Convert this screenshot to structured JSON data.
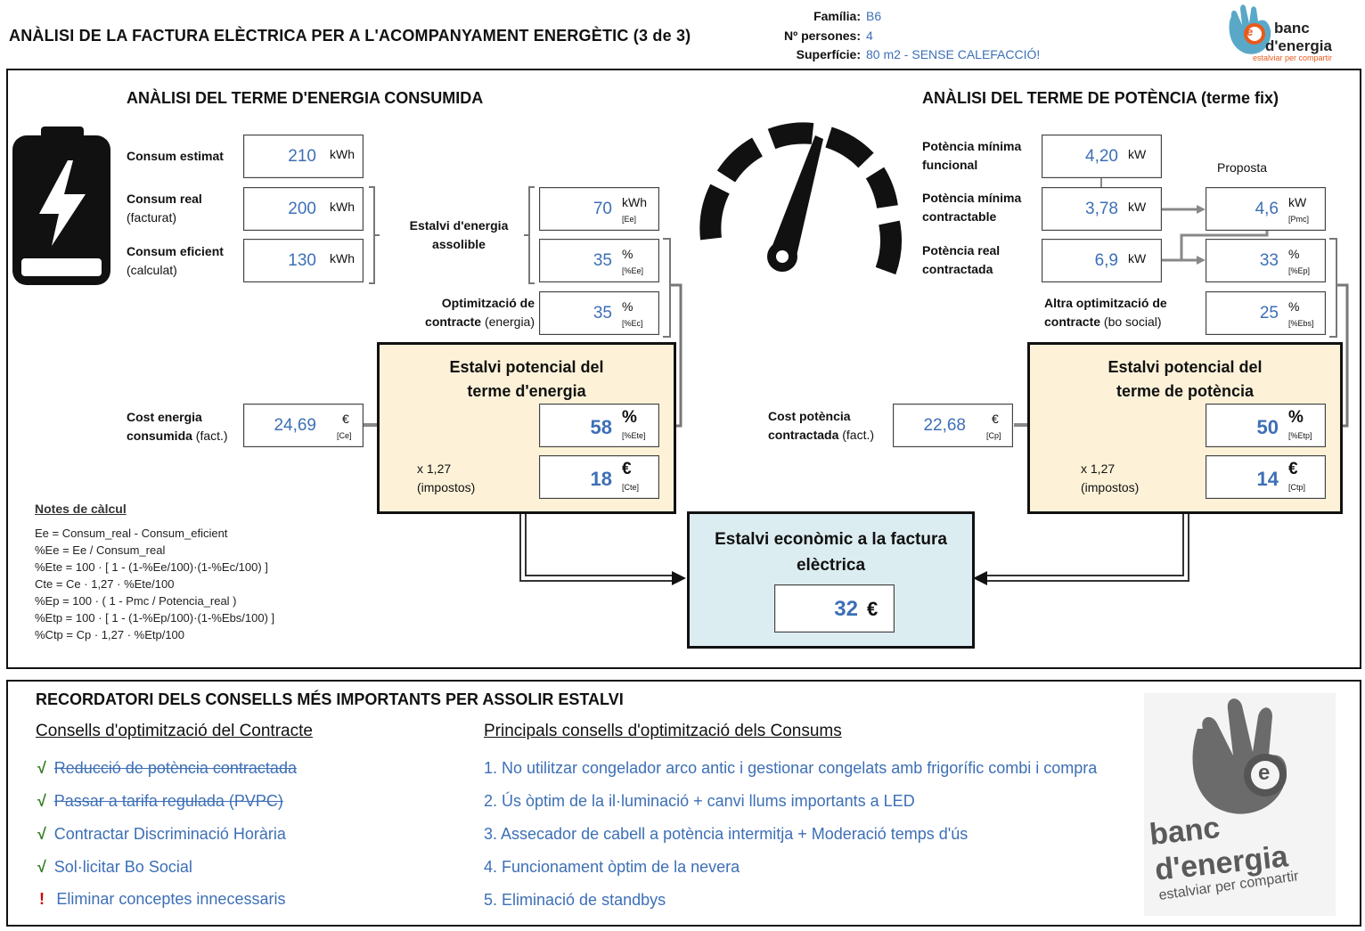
{
  "header": {
    "title": "ANÀLISI DE LA FACTURA ELÈCTRICA PER A L'ACOMPANYAMENT ENERGÈTIC  (3 de 3)",
    "familia_label": "Família:",
    "familia_value": "B6",
    "persones_label": "Nº persones:",
    "persones_value": "4",
    "superficie_label": "Superfície:",
    "superficie_value": "80 m2 - SENSE CALEFACCIÓ!",
    "logo_line1": "banc",
    "logo_line2": "d'energia",
    "logo_tagline": "estalviar per compartir",
    "logo_e": "e"
  },
  "energy": {
    "heading": "ANÀLISI DEL TERME D'ENERGIA CONSUMIDA",
    "consum_estimat_label": "Consum estimat",
    "consum_estimat_value": "210",
    "consum_real_label_b": "Consum real",
    "consum_real_label": "(facturat)",
    "consum_real_value": "200",
    "consum_eficient_label_b": "Consum eficient",
    "consum_eficient_label": "(calculat)",
    "consum_eficient_value": "130",
    "unit_kwh": "kWh",
    "estalvi_label_1": "Estalvi d'energia",
    "estalvi_label_2": "assolible",
    "ee_value": "70",
    "ee_unit": "kWh",
    "ee_sub": "[Ee]",
    "pee_value": "35",
    "pee_unit": "%",
    "pee_sub": "[%Ee]",
    "optim_label_b": "Optimització de",
    "optim_label_b2": "contracte",
    "optim_label": "(energia)",
    "pec_value": "35",
    "pec_unit": "%",
    "pec_sub": "[%Ec]",
    "potential_title_1": "Estalvi potencial del",
    "potential_title_2": "terme d'energia",
    "cost_label_1": "Cost energia",
    "cost_label_2b": "consumida",
    "cost_label_2": "(fact.)",
    "cost_value": "24,69",
    "cost_unit": "€",
    "cost_sub": "[Ce]",
    "pete_value": "58",
    "pete_unit": "%",
    "pete_sub": "[%Ete]",
    "tax_label_1": "x 1,27",
    "tax_label_2": "(impostos)",
    "cte_value": "18",
    "cte_unit": "€",
    "cte_sub": "[Cte]"
  },
  "power": {
    "heading": "ANÀLISI DEL TERME DE POTÈNCIA (terme fix)",
    "min_func_label_1": "Potència mínima",
    "min_func_label_2": "funcional",
    "min_func_value": "4,20",
    "min_contr_label_1": "Potència mínima",
    "min_contr_label_2": "contractable",
    "min_contr_value": "3,78",
    "real_label_1": "Potència real",
    "real_label_2": "contractada",
    "real_value": "6,9",
    "unit_kw": "kW",
    "proposta_label": "Proposta",
    "pmc_value": "4,6",
    "pmc_unit": "kW",
    "pmc_sub": "[Pmc]",
    "pep_value": "33",
    "pep_unit": "%",
    "pep_sub": "[%Ep]",
    "altra_label_1": "Altra optimització de",
    "altra_label_2b": "contracte",
    "altra_label_2": "(bo social)",
    "pebs_value": "25",
    "pebs_unit": "%",
    "pebs_sub": "[%Ebs]",
    "potential_title_1": "Estalvi potencial del",
    "potential_title_2": "terme de potència",
    "cost_label_1": "Cost potència",
    "cost_label_2b": "contractada",
    "cost_label_2": "(fact.)",
    "cost_value": "22,68",
    "cost_unit": "€",
    "cost_sub": "[Cp]",
    "petp_value": "50",
    "petp_unit": "%",
    "petp_sub": "[%Etp]",
    "tax_label_1": "x 1,27",
    "tax_label_2": "(impostos)",
    "ctp_value": "14",
    "ctp_unit": "€",
    "ctp_sub": "[Ctp]"
  },
  "total": {
    "title_1": "Estalvi econòmic a la factura",
    "title_2": "elèctrica",
    "value": "32",
    "unit": "€"
  },
  "notes": {
    "heading": "Notes de càlcul",
    "lines": [
      "Ee = Consum_real - Consum_eficient",
      "%Ee = Ee / Consum_real",
      "%Ete = 100 · [ 1 - (1-%Ee/100)·(1-%Ec/100) ]",
      "Cte = Ce · 1,27 · %Ete/100",
      "%Ep = 100 · ( 1 - Pmc / Potencia_real )",
      "%Etp = 100 · [ 1 - (1-%Ep/100)·(1-%Ebs/100) ]",
      "%Ctp = Cp · 1,27 · %Etp/100"
    ]
  },
  "reminder": {
    "heading": "RECORDATORI DELS CONSELLS MÉS IMPORTANTS PER ASSOLIR ESTALVI",
    "contract_heading": "Consells d'optimització del Contracte",
    "consum_heading": "Principals consells d'optimització dels Consums",
    "contract_items": [
      {
        "mark": "√",
        "text": "Reducció de potència contractada"
      },
      {
        "mark": "√",
        "text": "Passar a tarifa regulada (PVPC)"
      },
      {
        "mark": "√",
        "text": "Contractar Discriminació Horària"
      },
      {
        "mark": "√",
        "text": "Sol·licitar Bo Social"
      },
      {
        "mark": "!",
        "text": "Eliminar conceptes innecessaris"
      }
    ],
    "consum_items": [
      "1. No utilitzar congelador arco antic i gestionar congelats amb frigorífic combi i compra",
      "2. Ús òptim de la il·luminació  + canvi llums importants a LED",
      "3. Assecador de cabell a potència intermitja + Moderació temps d'ús",
      "4. Funcionament òptim de la nevera",
      "5. Eliminació de standbys"
    ],
    "stamp_line1": "banc",
    "stamp_line2": "d'energia",
    "stamp_tagline": "estalviar per compartir",
    "stamp_e": "e"
  }
}
